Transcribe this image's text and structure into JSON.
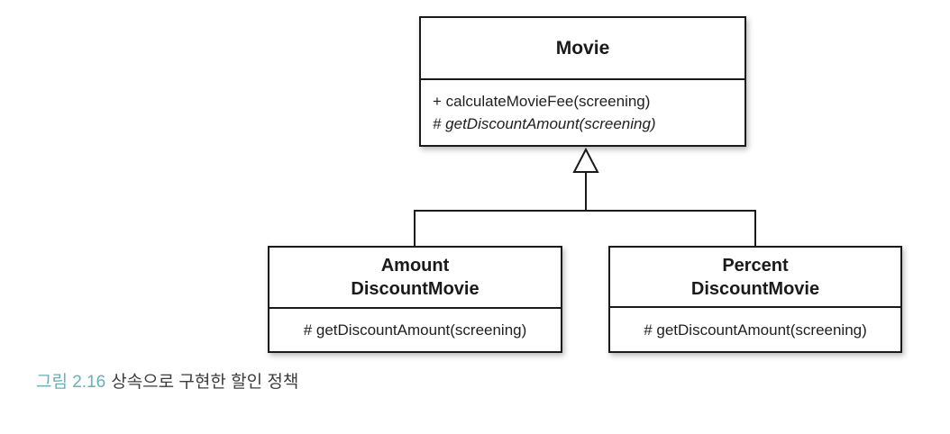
{
  "diagram": {
    "type": "uml-class-diagram",
    "relationship": "inheritance",
    "classes": {
      "movie": {
        "name": "Movie",
        "method1": "+ calculateMovieFee(screening)",
        "method2": "# getDiscountAmount(screening)"
      },
      "amount": {
        "name": "Amount\nDiscountMovie",
        "method1": "# getDiscountAmount(screening)"
      },
      "percent": {
        "name": "Percent\nDiscountMovie",
        "method1": "# getDiscountAmount(screening)"
      }
    }
  },
  "caption": {
    "figure_label": "그림 2.16",
    "text": "상속으로 구현한 할인 정책"
  },
  "colors": {
    "line": "#1a1a1a",
    "box_fill": "#ffffff",
    "caption_label": "#66b0b8",
    "caption_text": "#3d3d3d"
  }
}
